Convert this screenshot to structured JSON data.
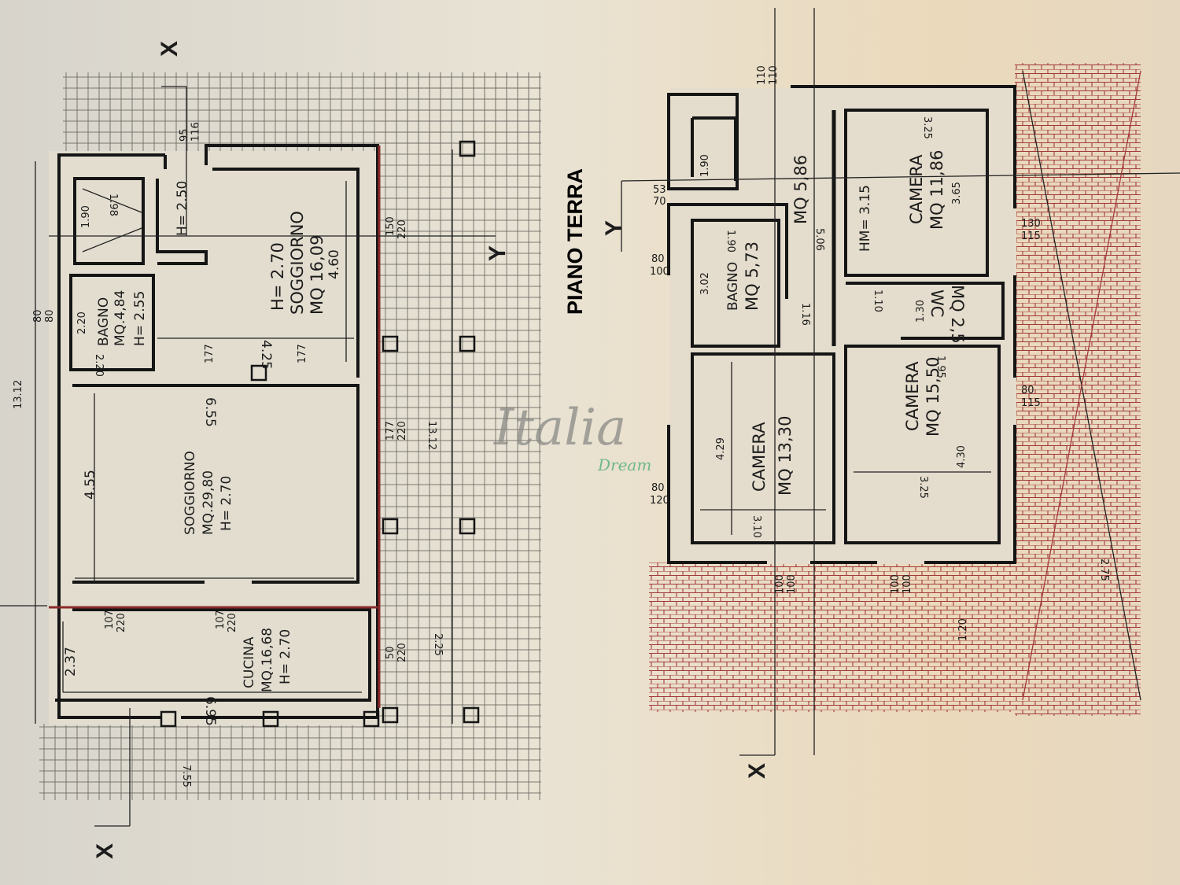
{
  "title": "PIANO TERRA",
  "section_markers": {
    "x": "X",
    "y": "Y"
  },
  "watermark": {
    "main": "Italia",
    "sub": "Dream"
  },
  "colors": {
    "paper": "#e6e0d2",
    "walls": "#151515",
    "roof_tiles": "#a3393a",
    "red_line": "#8b2a2a"
  },
  "left_plan": {
    "soggiorno_small": {
      "name": "SOGGIORNO",
      "area": "MQ 16,09",
      "height": "H= 2.70",
      "dim": "4.60",
      "width": "4.25",
      "door_a": "177",
      "door_b": "177"
    },
    "bagno": {
      "name": "BAGNO",
      "area": "MQ.4,84",
      "height": "H= 2.55",
      "dim_a": "2.20",
      "dim_b": "2.20"
    },
    "stair": {
      "dim_a": "1.90",
      "dim_b": "1.98",
      "height": "H= 2.50",
      "opening": "95\n116"
    },
    "soggiorno_large": {
      "name": "SOGGIORNO",
      "area": "MQ.29,80",
      "height": "H= 2.70",
      "dim_a": "4.55",
      "dim_b": "6.55"
    },
    "cucina": {
      "name": "CUCINA",
      "area": "MQ.16,68",
      "height": "H= 2.70",
      "dim_a": "2.37",
      "dim_b": "6.95"
    },
    "openings": {
      "o1_top": "150",
      "o1_bot": "220",
      "o2_top": "177",
      "o2_bot": "220",
      "o3_top": "107",
      "o3_bot": "220",
      "o4_top": "107",
      "o4_bot": "220",
      "o5_top": "50",
      "o5_bot": "220",
      "o6_top": "80",
      "o6_bot": "80"
    },
    "overall": {
      "length_left": "13.12",
      "length_right": "13.12",
      "width_bottom": "7.55",
      "porch": "2.25"
    }
  },
  "right_plan": {
    "bagno": {
      "name": "BAGNO",
      "area": "MQ 5,73",
      "dim_a": "3.02",
      "dim_b": "1.90"
    },
    "corridor": {
      "area": "MQ 5,86",
      "dim": "5.06",
      "height": "HM= 3.15",
      "dim_b": "1.16",
      "dim_c": "1.10"
    },
    "camera_1": {
      "name": "CAMERA",
      "area": "MQ 11,86",
      "dim_a": "3.25",
      "dim_b": "3.65"
    },
    "wc": {
      "name": "WC",
      "area": "MQ 2,5",
      "dim_a": "1.30",
      "dim_b": "1.95"
    },
    "camera_2": {
      "name": "CAMERA",
      "area": "MQ 15,50",
      "dim_a": "4.30",
      "dim_b": "3.25"
    },
    "camera_3": {
      "name": "CAMERA",
      "area": "MQ 13,30",
      "dim_a": "4.29",
      "dim_b": "3.10"
    },
    "stair": {
      "dim": "1.90"
    },
    "openings": {
      "o1_top": "53",
      "o1_bot": "70",
      "o2_top": "80",
      "o2_bot": "100",
      "o3_top": "80",
      "o3_bot": "120",
      "o4_top": "100",
      "o4_bot": "100",
      "o5_top": "100",
      "o5_bot": "100",
      "o6_top": "130",
      "o6_bot": "115",
      "o7_top": "80",
      "o7_bot": "115",
      "o8_top": "110",
      "o8_bot": "110"
    },
    "roof": {
      "dim_a": "2.75",
      "dim_b": "1.20"
    }
  }
}
